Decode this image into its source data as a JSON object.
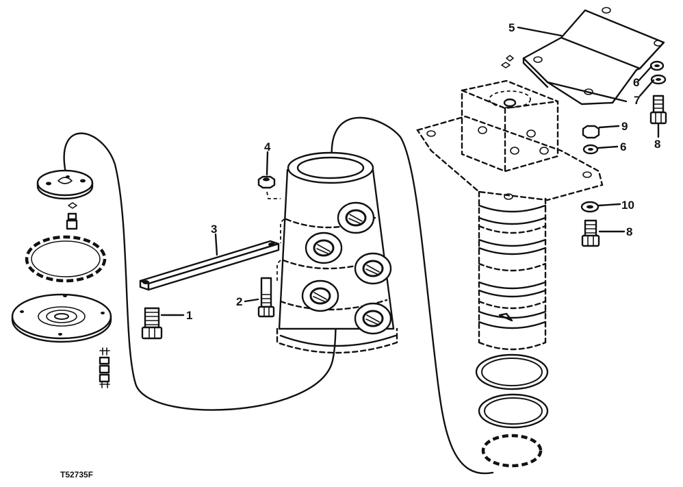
{
  "figure_id": "T52735F",
  "callouts": [
    {
      "key": "c1",
      "text": "1"
    },
    {
      "key": "c2",
      "text": "2"
    },
    {
      "key": "c3",
      "text": "3"
    },
    {
      "key": "c4",
      "text": "4"
    },
    {
      "key": "c5",
      "text": "5"
    },
    {
      "key": "c6a",
      "text": "6"
    },
    {
      "key": "c6b",
      "text": "6"
    },
    {
      "key": "c7",
      "text": "7"
    },
    {
      "key": "c8a",
      "text": "8"
    },
    {
      "key": "c8b",
      "text": "8"
    },
    {
      "key": "c9",
      "text": "9"
    },
    {
      "key": "c10",
      "text": "10"
    }
  ]
}
